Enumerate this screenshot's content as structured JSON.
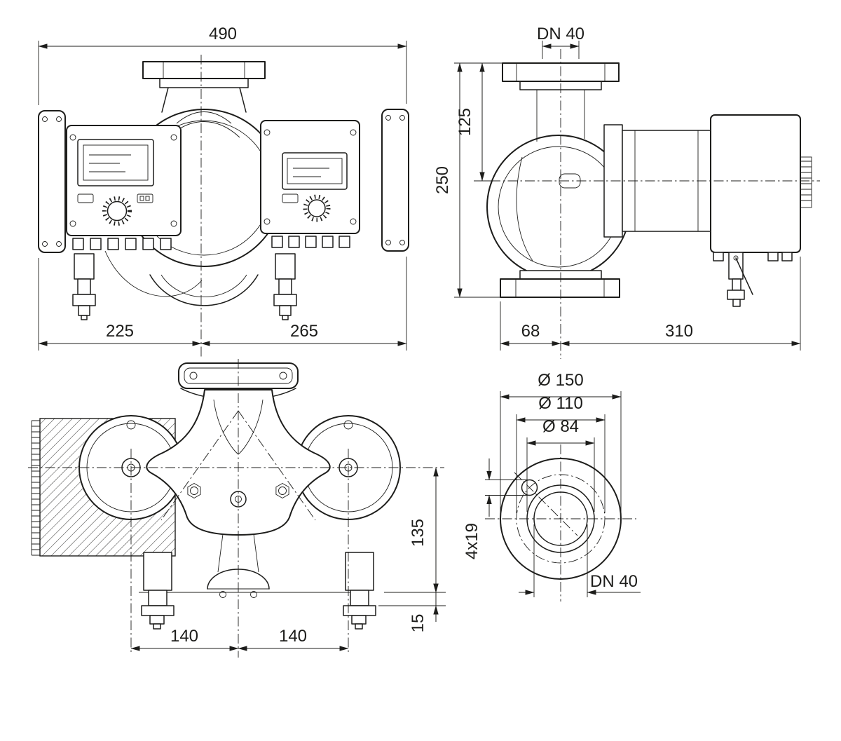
{
  "meta": {
    "background": "#ffffff",
    "line_color": "#1d1d1b"
  },
  "views": {
    "front": {
      "dims": {
        "overall_width": "490",
        "left_span": "225",
        "right_span": "265"
      }
    },
    "side": {
      "dims": {
        "nominal_diameter": "DN 40",
        "inlet_height": "125",
        "overall_height": "250",
        "axis_offset": "68",
        "depth": "310"
      }
    },
    "top": {
      "dims": {
        "axis_to_base": "135",
        "base_offset": "15",
        "left_pitch": "140",
        "right_pitch": "140"
      }
    },
    "flange": {
      "dims": {
        "outer_diameter": "Ø 150",
        "bolt_circle": "Ø 110",
        "raised_face": "Ø 84",
        "bolt_holes": "4x19",
        "nominal": "DN 40"
      }
    }
  }
}
